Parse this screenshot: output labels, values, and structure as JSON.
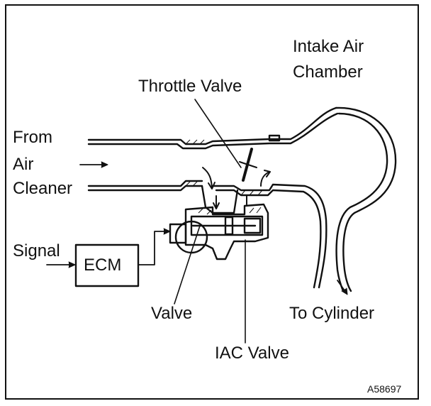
{
  "labels": {
    "intake_line1": "Intake Air",
    "intake_line2": "Chamber",
    "throttle": "Throttle Valve",
    "from_line1": "From",
    "from_line2": "Air",
    "from_line3": "Cleaner",
    "signal": "Signal",
    "ecm": "ECM",
    "valve": "Valve",
    "to_cylinder": "To Cylinder",
    "iac": "IAC Valve",
    "code": "A58697"
  }
}
